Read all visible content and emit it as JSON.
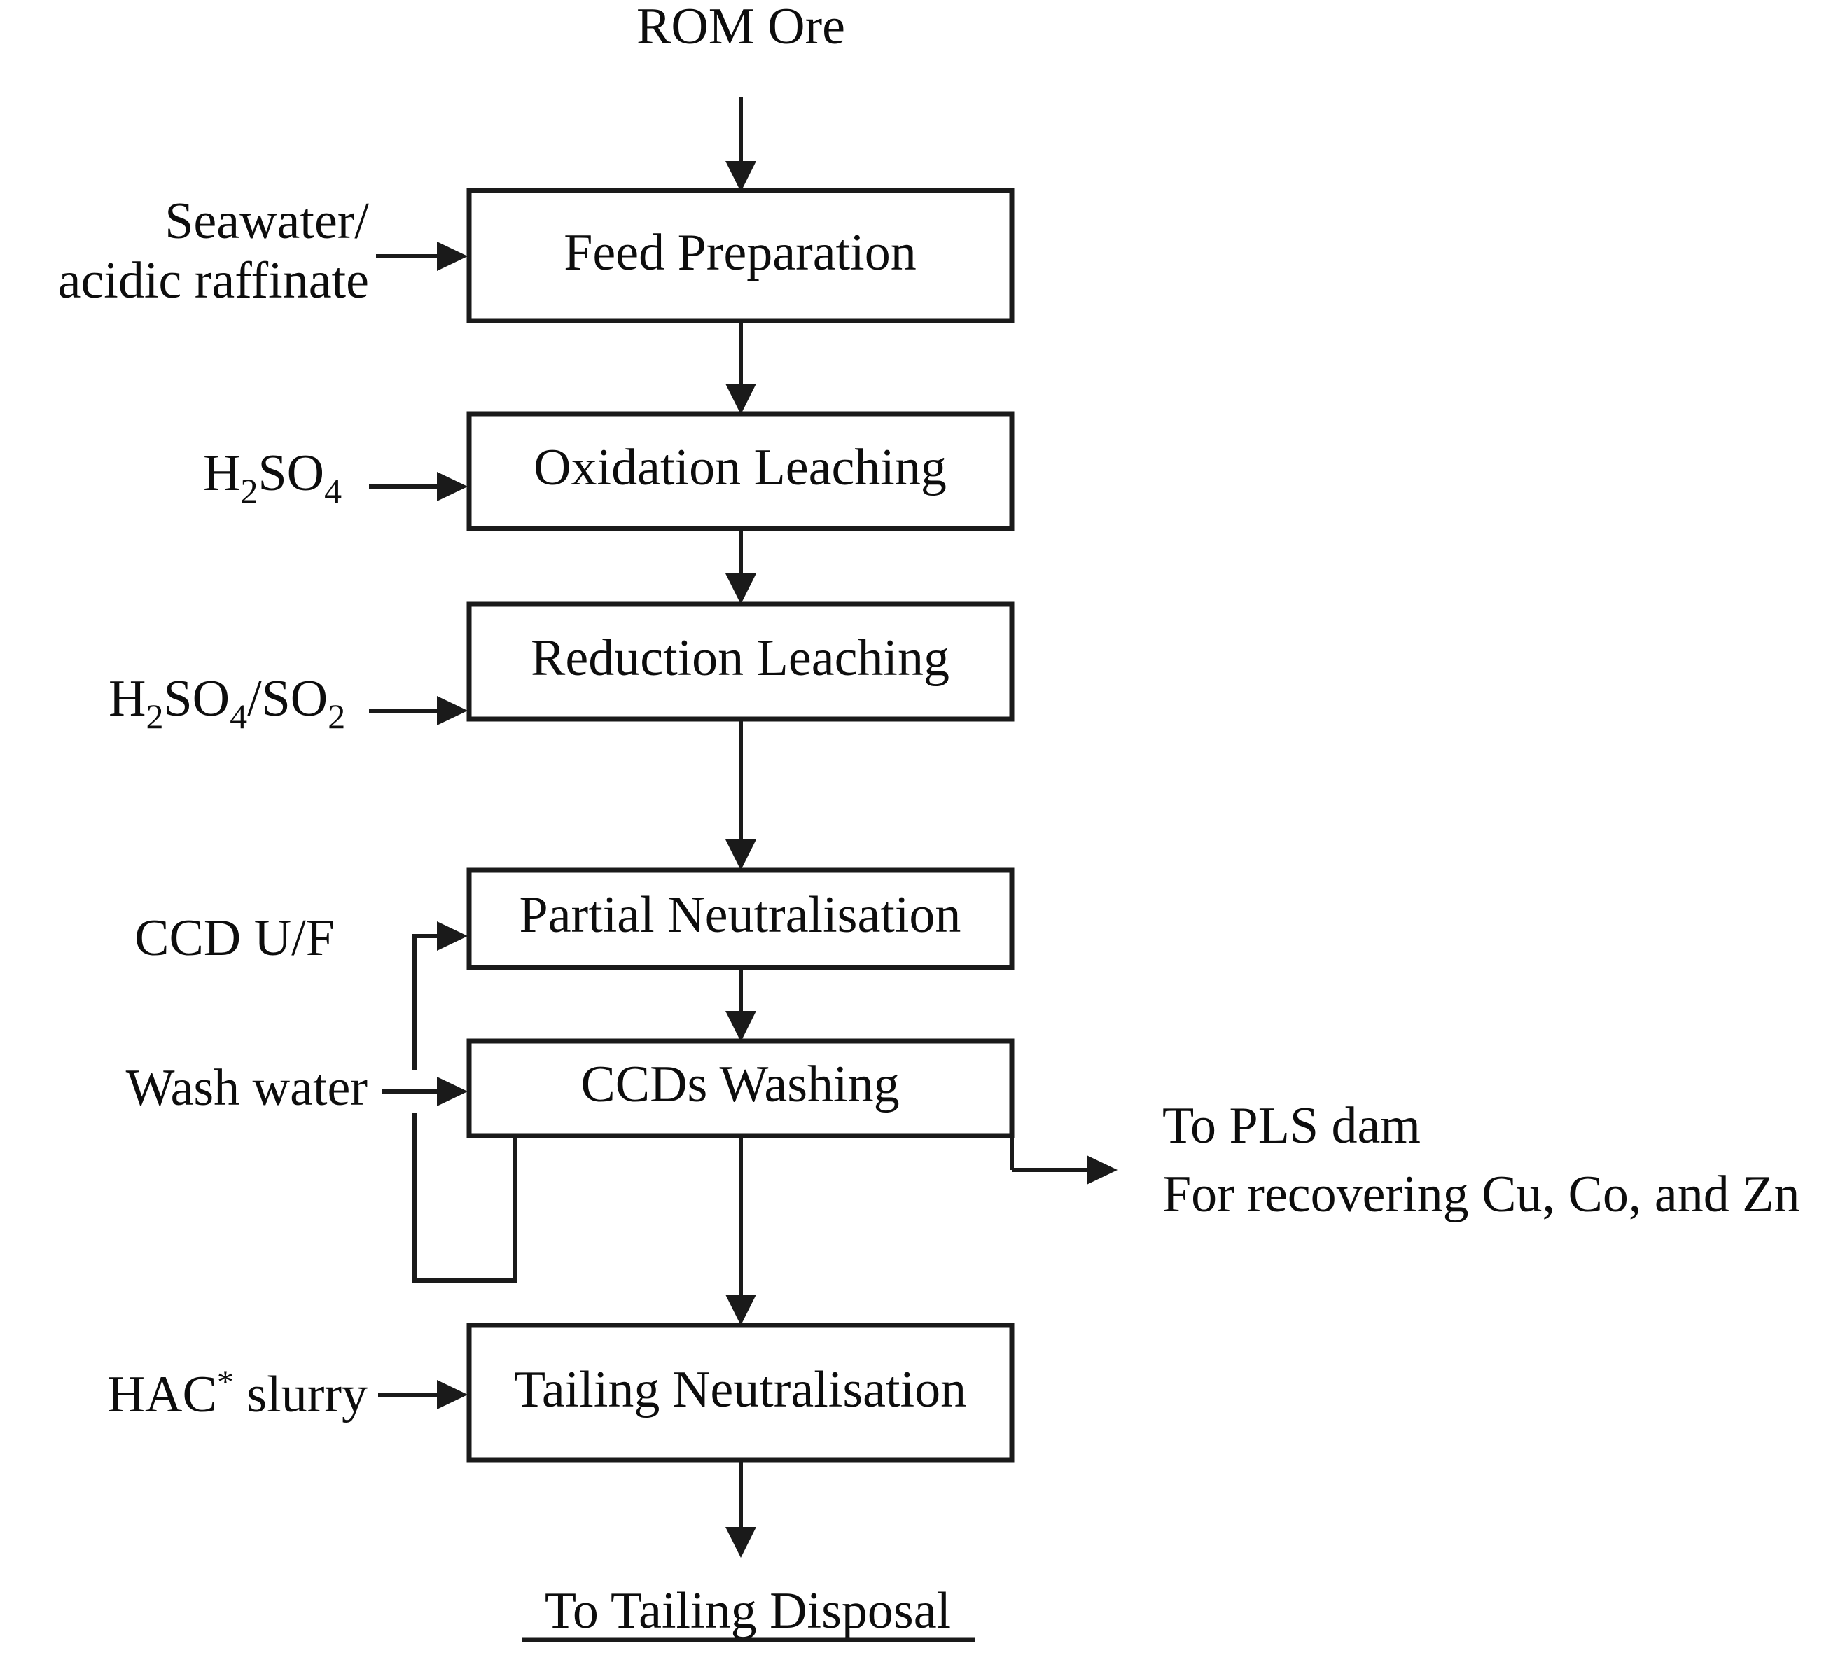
{
  "diagram": {
    "title": "Hydrometallurgical process flowsheet",
    "type": "process-flow-diagram",
    "ink_color": "#1a1a1a",
    "background_color": "#ffffff",
    "inputs": {
      "top_feed": "ROM Ore"
    },
    "process_steps": [
      {
        "id": "feed-preparation",
        "label": "Feed Preparation"
      },
      {
        "id": "oxidation-leaching",
        "label": "Oxidation Leaching"
      },
      {
        "id": "reduction-leaching",
        "label": "Reduction Leaching"
      },
      {
        "id": "partial-neutralisation",
        "label": "Partial Neutralisation"
      },
      {
        "id": "ccds-washing",
        "label": "CCDs Washing"
      },
      {
        "id": "tailing-neutralisation",
        "label": "Tailing Neutralisation"
      }
    ],
    "side_inputs": [
      {
        "id": "seawater-acidic-raffinate",
        "line1": "Seawater/",
        "line2": "acidic raffinate",
        "target": "feed-preparation"
      },
      {
        "id": "sulfuric-acid",
        "formula_parts": [
          "H",
          "2",
          "SO",
          "4"
        ],
        "plain": "H2SO4",
        "target": "oxidation-leaching"
      },
      {
        "id": "sulfuric-acid-sulfur-dioxide",
        "formula_parts": [
          "H",
          "2",
          "SO",
          "4",
          "/SO",
          "2"
        ],
        "plain": "H2SO4/SO2",
        "target": "reduction-leaching"
      },
      {
        "id": "ccd-underflow",
        "label": "CCD U/F",
        "target": "partial-neutralisation"
      },
      {
        "id": "wash-water",
        "label": "Wash water",
        "target": "ccds-washing"
      },
      {
        "id": "hac-slurry",
        "label_main": "HAC",
        "label_sup": "*",
        "label_tail": " slurry",
        "plain": "HAC* slurry",
        "target": "tailing-neutralisation"
      }
    ],
    "outputs": [
      {
        "id": "pls-dam",
        "line1": "To PLS dam",
        "line2": "For recovering Cu, Co, and Zn",
        "source": "ccds-washing"
      },
      {
        "id": "tailing-disposal",
        "label": "To Tailing Disposal",
        "underlined": true,
        "source": "tailing-neutralisation"
      }
    ],
    "recycle_stream": {
      "id": "ccd-underflow-recycle",
      "from": "ccds-washing",
      "to": "partial-neutralisation"
    }
  }
}
